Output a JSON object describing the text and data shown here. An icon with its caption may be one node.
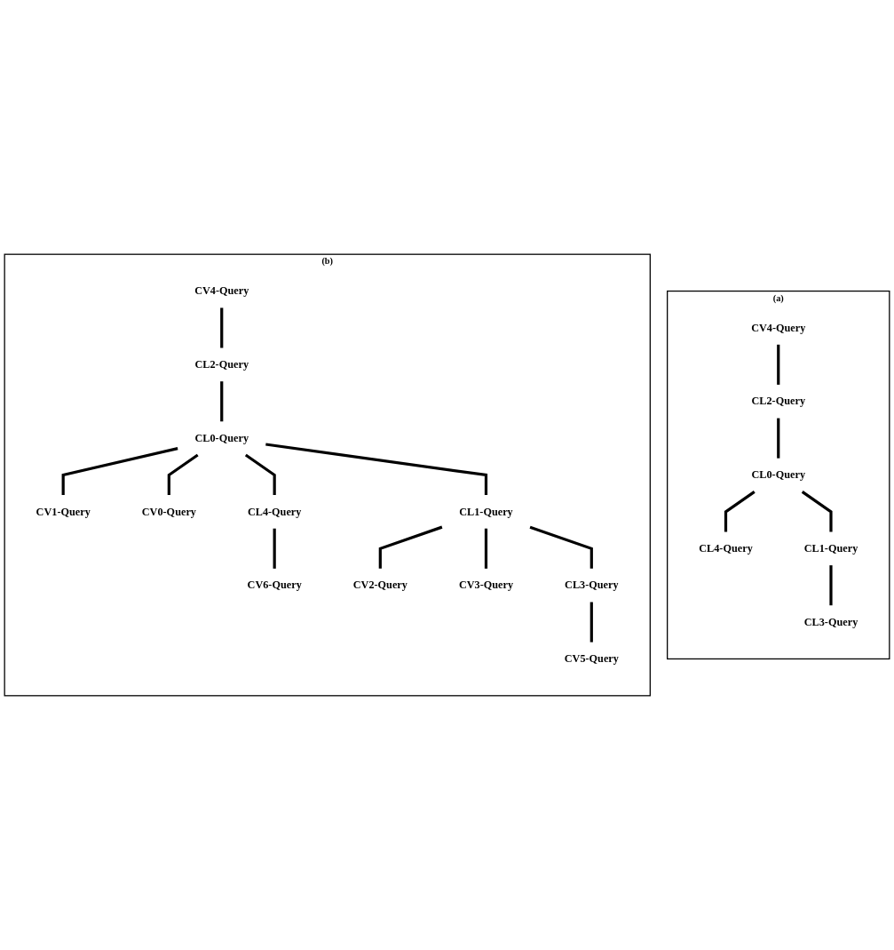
{
  "diagram": {
    "nodes": [
      {
        "text": [
          "(a)"
        ]
      },
      {
        "text": [
          "CV4-Query"
        ],
        "in": 0
      },
      {
        "text": [
          "CL2-Query"
        ],
        "in": 0
      },
      {
        "text": [
          "CL0-Query"
        ],
        "in": 0
      },
      {
        "text": [
          "CL4-Query"
        ],
        "in": 0
      },
      {
        "text": [
          "CL1-Query"
        ],
        "in": 0
      },
      {
        "text": [
          "CL3-Query"
        ],
        "in": 0
      },
      {
        "text": [
          "(b)"
        ]
      },
      {
        "text": [
          "CV4-Query"
        ],
        "in": 7
      },
      {
        "text": [
          "CL2-Query"
        ],
        "in": 7
      },
      {
        "text": [
          "CL0-Query"
        ],
        "in": 7
      },
      {
        "text": [
          "CV1-Query"
        ],
        "in": 7
      },
      {
        "text": [
          "CV0-Query"
        ],
        "in": 7
      },
      {
        "text": [
          "CL4-Query"
        ],
        "in": 7
      },
      {
        "text": [
          "CV6-Query"
        ],
        "in": 7
      },
      {
        "text": [
          "CL1-Query"
        ],
        "in": 7
      },
      {
        "text": [
          "CV2-Query"
        ],
        "in": 7
      },
      {
        "text": [
          "CV3-Query"
        ],
        "in": 7
      },
      {
        "text": [
          "CL3-Query"
        ],
        "in": 7
      },
      {
        "text": [
          "CV5-Query"
        ],
        "in": 7
      }
    ],
    "edges": [
      {
        "from": 1,
        "to": 2,
        "arrow": "none"
      },
      {
        "from": 2,
        "to": 3,
        "arrow": "none"
      },
      {
        "from": 3,
        "to": 4,
        "arrow": "none"
      },
      {
        "from": 3,
        "to": 5,
        "arrow": "none"
      },
      {
        "from": 5,
        "to": 6,
        "arrow": "none"
      },
      {
        "from": 8,
        "to": 9,
        "arrow": "none"
      },
      {
        "from": 9,
        "to": 10,
        "arrow": "none"
      },
      {
        "from": 10,
        "to": 11,
        "arrow": "none"
      },
      {
        "from": 10,
        "to": 12,
        "arrow": "none"
      },
      {
        "from": 10,
        "to": 13,
        "arrow": "none"
      },
      {
        "from": 13,
        "to": 14,
        "arrow": "none"
      },
      {
        "from": 10,
        "to": 15,
        "arrow": "none"
      },
      {
        "from": 15,
        "to": 16,
        "arrow": "none"
      },
      {
        "from": 15,
        "to": 17,
        "arrow": "none"
      },
      {
        "from": 15,
        "to": 18,
        "arrow": "none"
      },
      {
        "from": 18,
        "to": 19,
        "arrow": "none"
      }
    ]
  }
}
